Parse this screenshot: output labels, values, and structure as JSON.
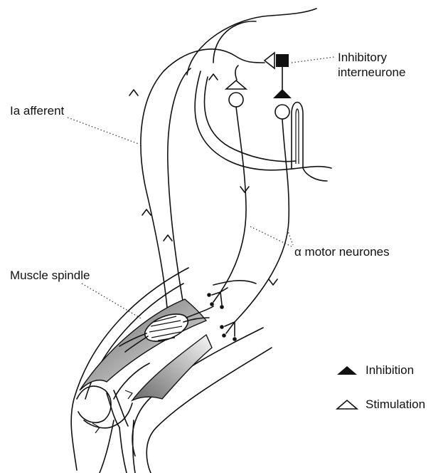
{
  "labels": {
    "inhibitory_interneurone": [
      "Inhibitory",
      "interneurone"
    ],
    "ia_afferent": "Ia afferent",
    "alpha_motor_neurones": "α motor neurones",
    "muscle_spindle": "Muscle spindle"
  },
  "legend": {
    "inhibition": "Inhibition",
    "stimulation": "Stimulation"
  },
  "colors": {
    "ink": "#111111",
    "muscle_gradient_dark": "#6a6a6a",
    "muscle_gradient_light": "#f2f2f2"
  },
  "icons": {
    "inhibition": "filled-triangle",
    "stimulation": "open-triangle"
  }
}
